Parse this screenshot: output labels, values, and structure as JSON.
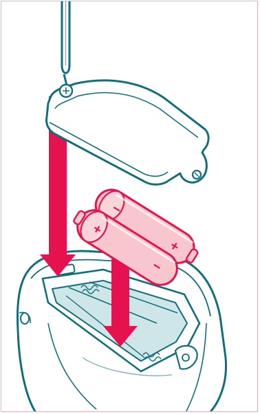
{
  "diagram": {
    "colors": {
      "frame": "#eaaeb5",
      "outline": "#0f6f7b",
      "device_fill": "#ffffff",
      "device_tint": "#e3f1f2",
      "compartment": "#cfe6e8",
      "arrow": "#e5124f",
      "battery_fill": "#f7c7cd",
      "battery_outline": "#e5124f"
    },
    "icons": [
      "screwdriver-icon",
      "battery-cover",
      "aa-battery",
      "insert-arrow"
    ],
    "batteries": {
      "back": {
        "plus": "+",
        "minus": "−"
      },
      "front": {
        "plus": "+",
        "minus": "−"
      }
    }
  }
}
